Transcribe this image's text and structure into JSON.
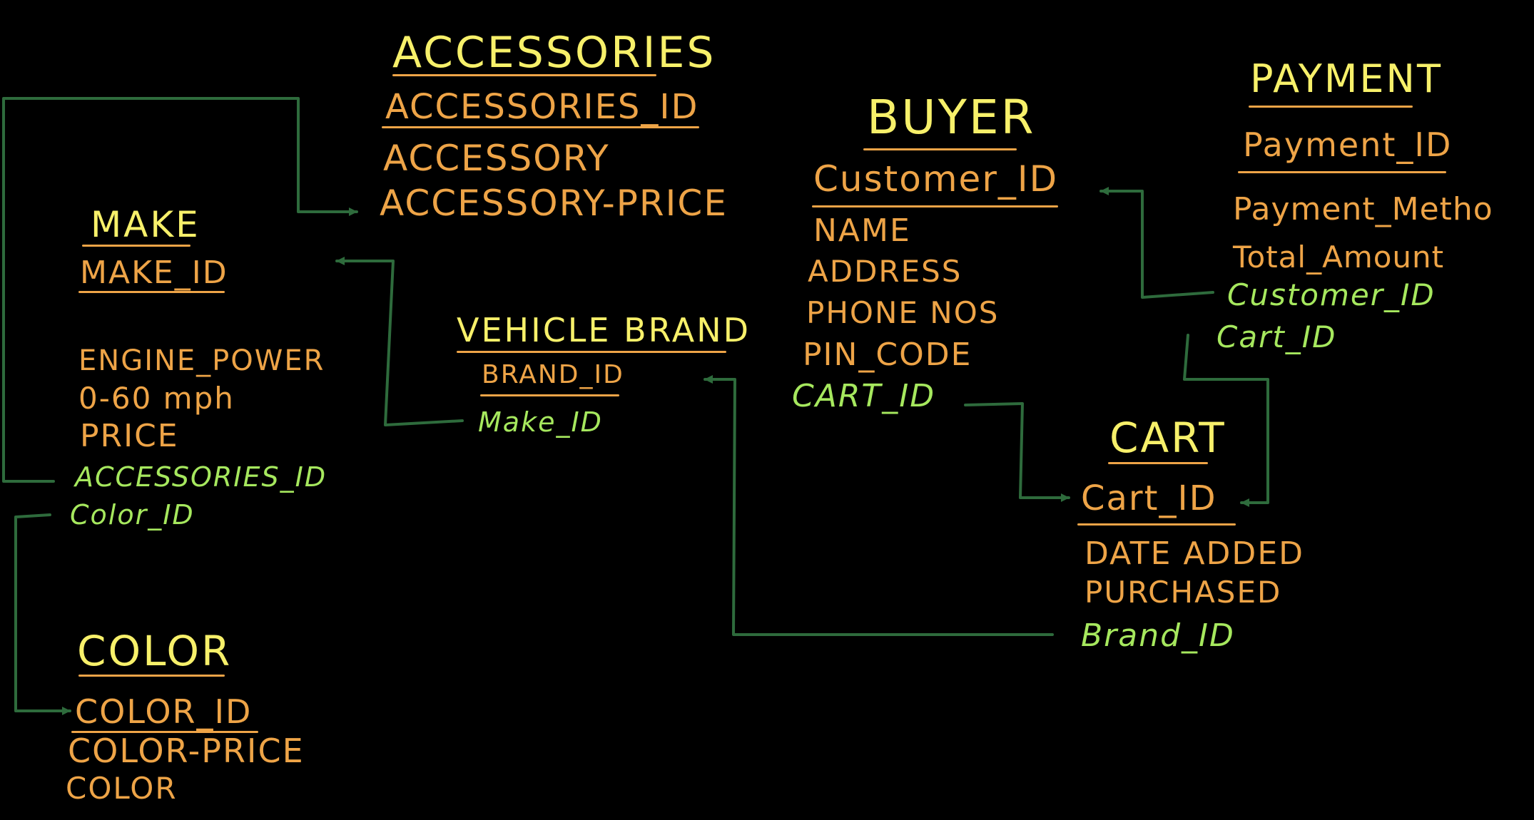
{
  "colors": {
    "background": "#000000",
    "title": "#f7f06a",
    "attribute": "#eea447",
    "foreign_key": "#a6e85e",
    "connector": "#2e6b3c"
  },
  "entities": {
    "accessories": {
      "title": "ACCESSORIES",
      "primary_key": "ACCESSORIES_ID",
      "attributes": [
        "ACCESSORY",
        "ACCESSORY-PRICE"
      ],
      "foreign_keys": []
    },
    "make": {
      "title": "MAKE",
      "primary_key": "MAKE_ID",
      "attributes": [
        "ENGINE_POWER",
        "0-60 mph",
        "PRICE"
      ],
      "foreign_keys": [
        "ACCESSORIES_ID",
        "Color_ID"
      ]
    },
    "vehicle_brand": {
      "title": "VEHICLE BRAND",
      "primary_key": "BRAND_ID",
      "attributes": [],
      "foreign_keys": [
        "Make_ID"
      ]
    },
    "buyer": {
      "title": "BUYER",
      "primary_key": "Customer_ID",
      "attributes": [
        "NAME",
        "ADDRESS",
        "PHONE NOS",
        "PIN_CODE"
      ],
      "foreign_keys": [
        "CART_ID"
      ]
    },
    "payment": {
      "title": "PAYMENT",
      "primary_key": "Payment_ID",
      "attributes": [
        "Payment_Metho",
        "Total_Amount"
      ],
      "foreign_keys": [
        "Customer_ID",
        "Cart_ID"
      ]
    },
    "cart": {
      "title": "CART",
      "primary_key": "Cart_ID",
      "attributes": [
        "DATE ADDED",
        "PURCHASED"
      ],
      "foreign_keys": [
        "Brand_ID"
      ]
    },
    "color": {
      "title": "COLOR",
      "primary_key": "COLOR_ID",
      "attributes": [
        "COLOR-PRICE",
        "COLOR"
      ],
      "foreign_keys": []
    }
  }
}
